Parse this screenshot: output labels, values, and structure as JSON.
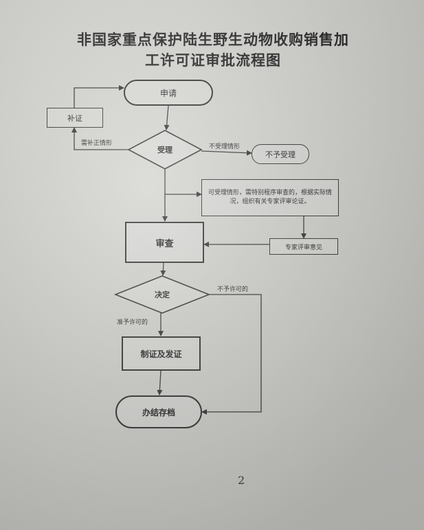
{
  "title_line1": "非国家重点保护陆生野生动物收购销售加",
  "title_line2": "工许可证审批流程图",
  "nodes": {
    "apply": "申请",
    "supplement": "补证",
    "accept": "受理",
    "reject": "不予受理",
    "review_note": "可受理情形，需特别程序审查的，根据实际情况，组织有关专家评审论证。",
    "expert": "专家评审意见",
    "review": "审查",
    "decide": "决定",
    "issue": "制证及发证",
    "archive": "办结存档"
  },
  "edge_labels": {
    "need_supplement": "需补正情形",
    "not_accepted": "不受理情形",
    "not_permitted": "不予许可的",
    "permitted": "准予许可的"
  },
  "page_number": "2"
}
